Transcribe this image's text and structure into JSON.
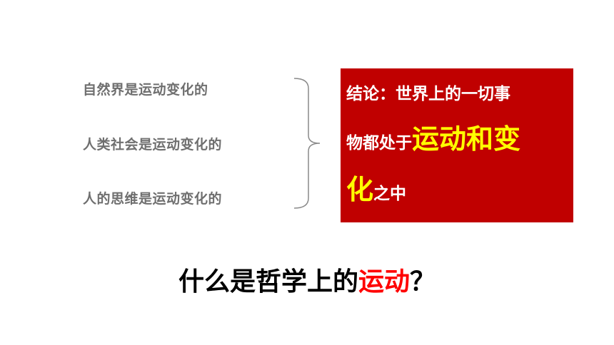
{
  "premises": [
    "自然界是运动变化的",
    "人类社会是运动变化的",
    "人的思维是运动变化的"
  ],
  "conclusion": {
    "line1": "结论：世界上的一切事",
    "line2_prefix": "物都处于",
    "line2_highlight": "运动和变",
    "line3_highlight": "化",
    "line3_suffix": "之中"
  },
  "question": {
    "prefix": "什么是哲学上的",
    "highlight": "运动",
    "suffix": "？"
  },
  "colors": {
    "box_background": "#c00000",
    "highlight_yellow": "#ffff00",
    "highlight_red": "#ff0000",
    "premise_gray": "#6f6f6f"
  }
}
